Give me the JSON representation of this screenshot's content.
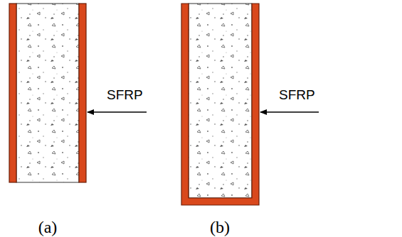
{
  "diagram": {
    "labels": [
      "SFRP",
      "SFRP",
      "(a)",
      "(b)"
    ]
  }
}
